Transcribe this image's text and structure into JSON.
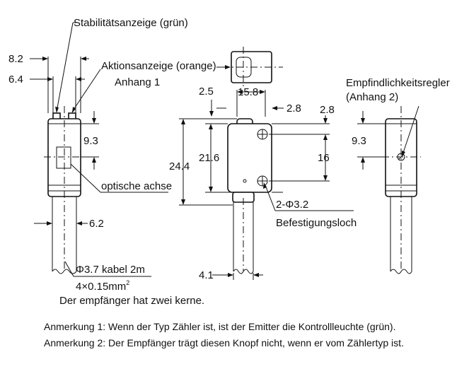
{
  "labels": {
    "stability": "Stabilitätsanzeige (grün)",
    "action": "Aktionsanzeige (orange)",
    "annex1": "Anhang 1",
    "sensitivity": "Empfindlichkeitsregler",
    "annex2": "(Anhang 2)",
    "optical_axis": "optische achse",
    "hole_count": "2-Φ3.2",
    "mounting_hole": "Befestigungsloch",
    "cable": "Φ3.7 kabel 2m",
    "cores_prefix": "4×0.15mm",
    "cores_sup": "2",
    "receiver_note": "Der empfänger hat zwei kerne."
  },
  "dimensions": {
    "d8_2": "8.2",
    "d6_4": "6.4",
    "d9_3_left": "9.3",
    "d6_2": "6.2",
    "d15_8": "15.8",
    "d2_5": "2.5",
    "d2_8a": "2.8",
    "d2_8b": "2.8",
    "d24_4": "24.4",
    "d21_6": "21.6",
    "d16": "16",
    "d4_1": "4.1",
    "d9_3_right": "9.3"
  },
  "notes": {
    "note1": "Anmerkung 1: Wenn der Typ Zähler ist, ist der Emitter die Kontrollleuchte (grün).",
    "note2": "Anmerkung 2: Der Empfänger trägt diesen Knopf nicht, wenn er vom Zählertyp ist."
  }
}
